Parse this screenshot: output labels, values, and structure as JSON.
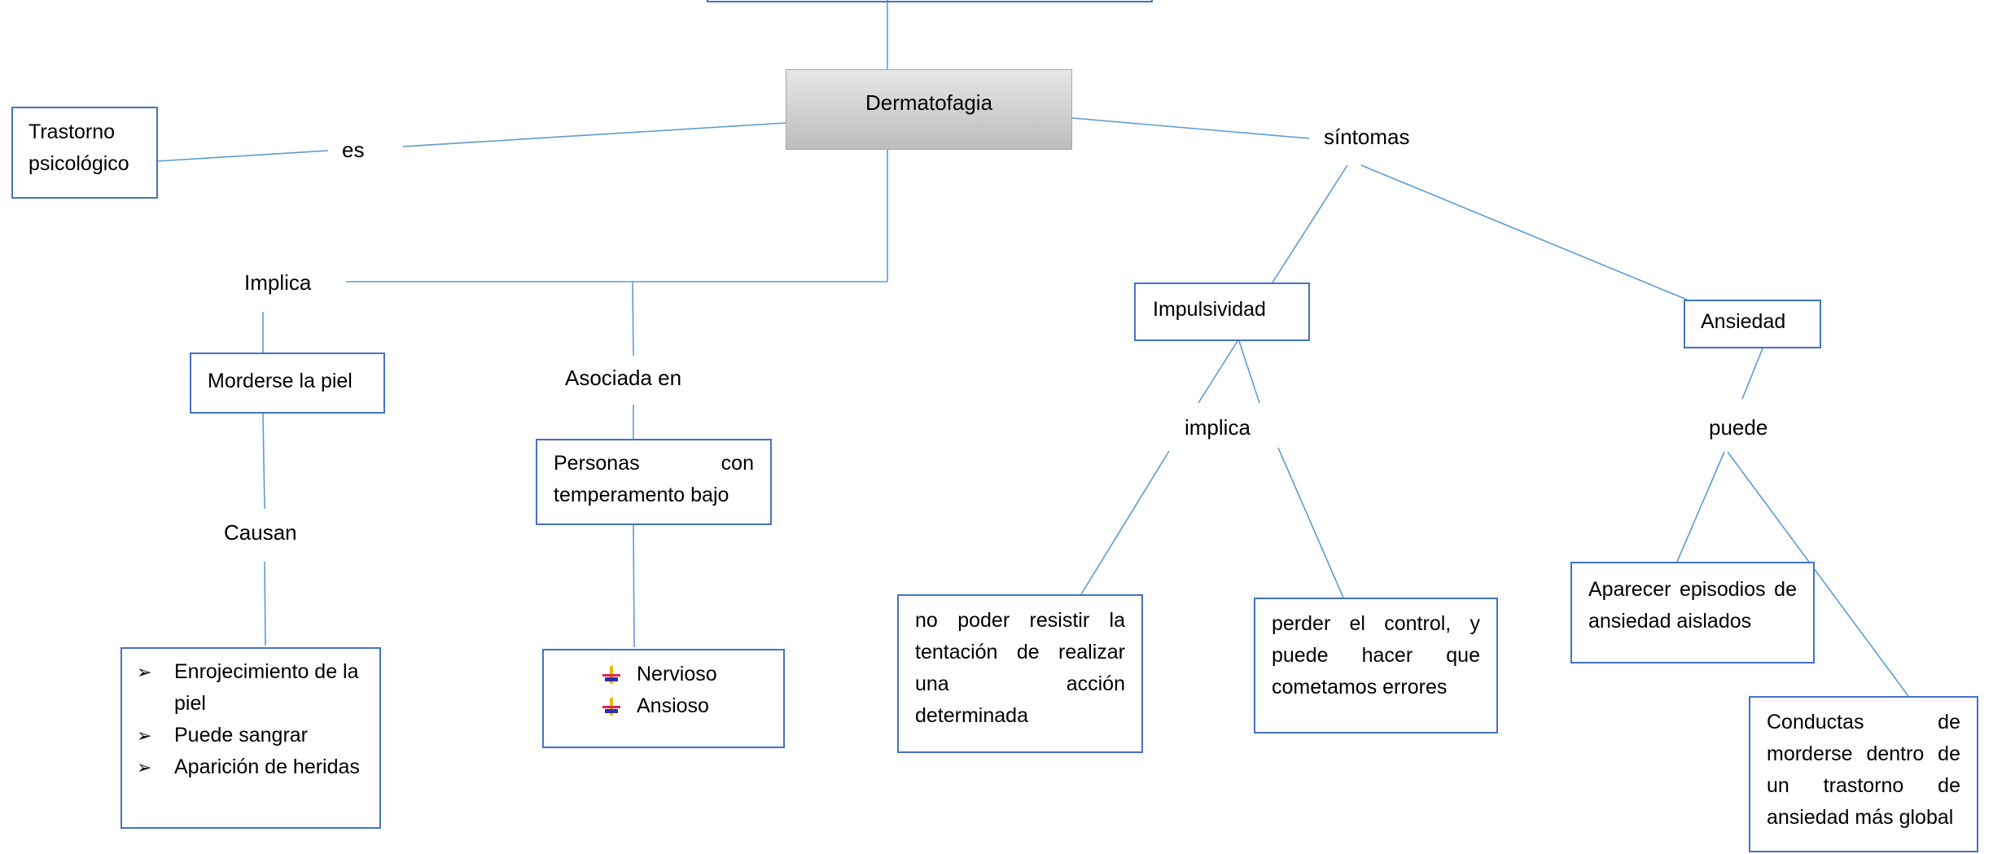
{
  "central": {
    "title": "Dermatofagia"
  },
  "labels": {
    "es": "es",
    "sintomas": "síntomas",
    "implica": "Implica",
    "asociada": "Asociada en",
    "causan": "Causan",
    "implica2": "implica",
    "puede": "puede"
  },
  "boxes": {
    "trastorno": [
      "Trastorno",
      "psicológico"
    ],
    "morderse": "Morderse la piel",
    "personas": [
      "Personas con",
      "temperamento bajo"
    ],
    "impulsividad": "Impulsividad",
    "ansiedad": "Ansiedad",
    "efectos": [
      "Enrojecimiento de la piel",
      "Puede sangrar",
      "Aparición de heridas"
    ],
    "estados": [
      "Nervioso",
      "Ansioso"
    ],
    "no_poder": "no poder resistir la tentación de realizar una acción determinada",
    "perder": "perder el control, y puede hacer que cometamos errores",
    "aparecer": "Aparecer episodios de ansiedad aislados",
    "conductas": "Conductas de morderse dentro de un trastorno de ansiedad más global"
  },
  "icons": {
    "arrow_bullet": "arrowhead-bullet-icon",
    "plus_bullet": "colored-plus-bullet-icon"
  },
  "colors": {
    "box_border": "#4472c4",
    "connector": "#5b9bd5",
    "main_fill": "#d0d0d0"
  }
}
